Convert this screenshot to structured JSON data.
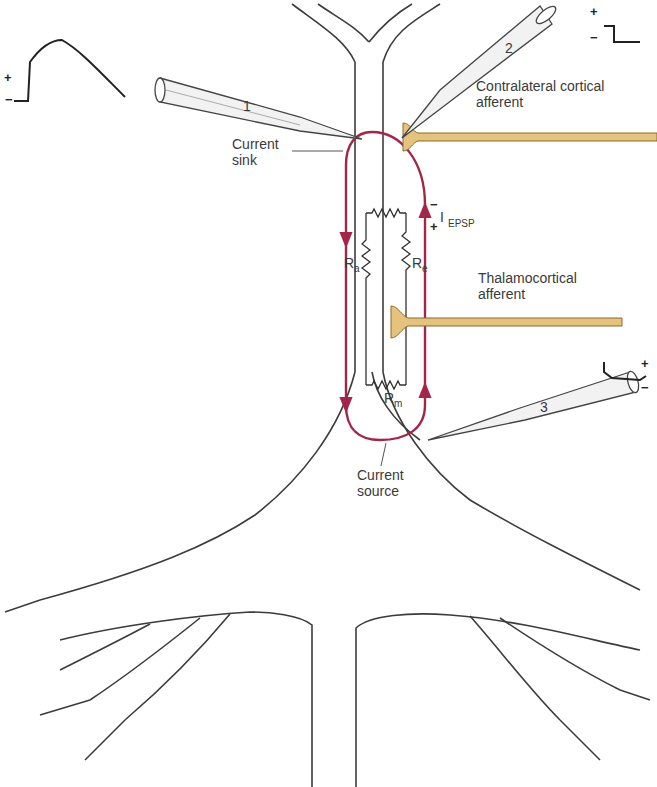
{
  "diagram": {
    "labels": [
      "+",
      "−",
      "1",
      "2",
      "+",
      "−",
      "Contralateral cortical afferent",
      "Current sink",
      "−",
      "+",
      "I",
      "EPSP",
      "R",
      "a",
      "R",
      "e",
      "Thalamocortical afferent",
      "R",
      "m",
      "+",
      "−",
      "3",
      "Current source"
    ]
  }
}
